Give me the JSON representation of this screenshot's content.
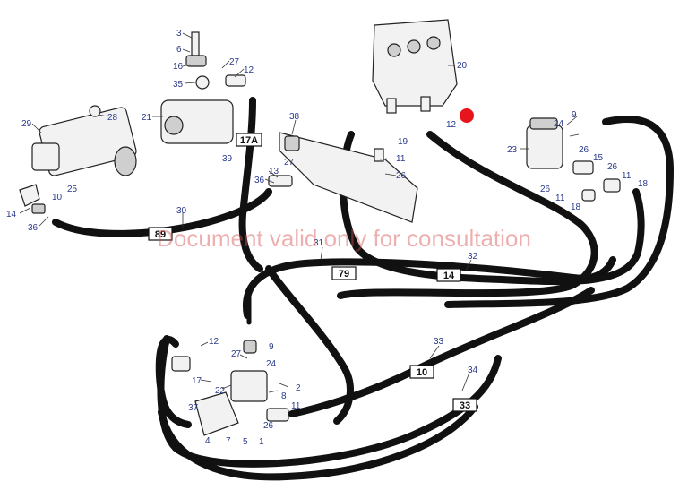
{
  "watermark": "Document valid only for consultation",
  "colors": {
    "hose": "#111111",
    "callout": "#2a3a8a",
    "watermark": "#d65050",
    "marker": "#e8141b"
  },
  "callouts": [
    "3",
    "6",
    "16",
    "27",
    "12",
    "35",
    "21",
    "29",
    "28",
    "38",
    "13",
    "27",
    "11",
    "26",
    "36",
    "20",
    "12",
    "19",
    "9",
    "24",
    "26",
    "23",
    "15",
    "26",
    "11",
    "26",
    "11",
    "18",
    "18",
    "14",
    "36",
    "10",
    "25",
    "30",
    "31",
    "32",
    "39",
    "12",
    "27",
    "9",
    "24",
    "17",
    "22",
    "8",
    "2",
    "37",
    "11",
    "26",
    "4",
    "7",
    "5",
    "1",
    "33",
    "34"
  ],
  "hose_tags": [
    "17A",
    "89",
    "79",
    "14",
    "10",
    "33"
  ]
}
